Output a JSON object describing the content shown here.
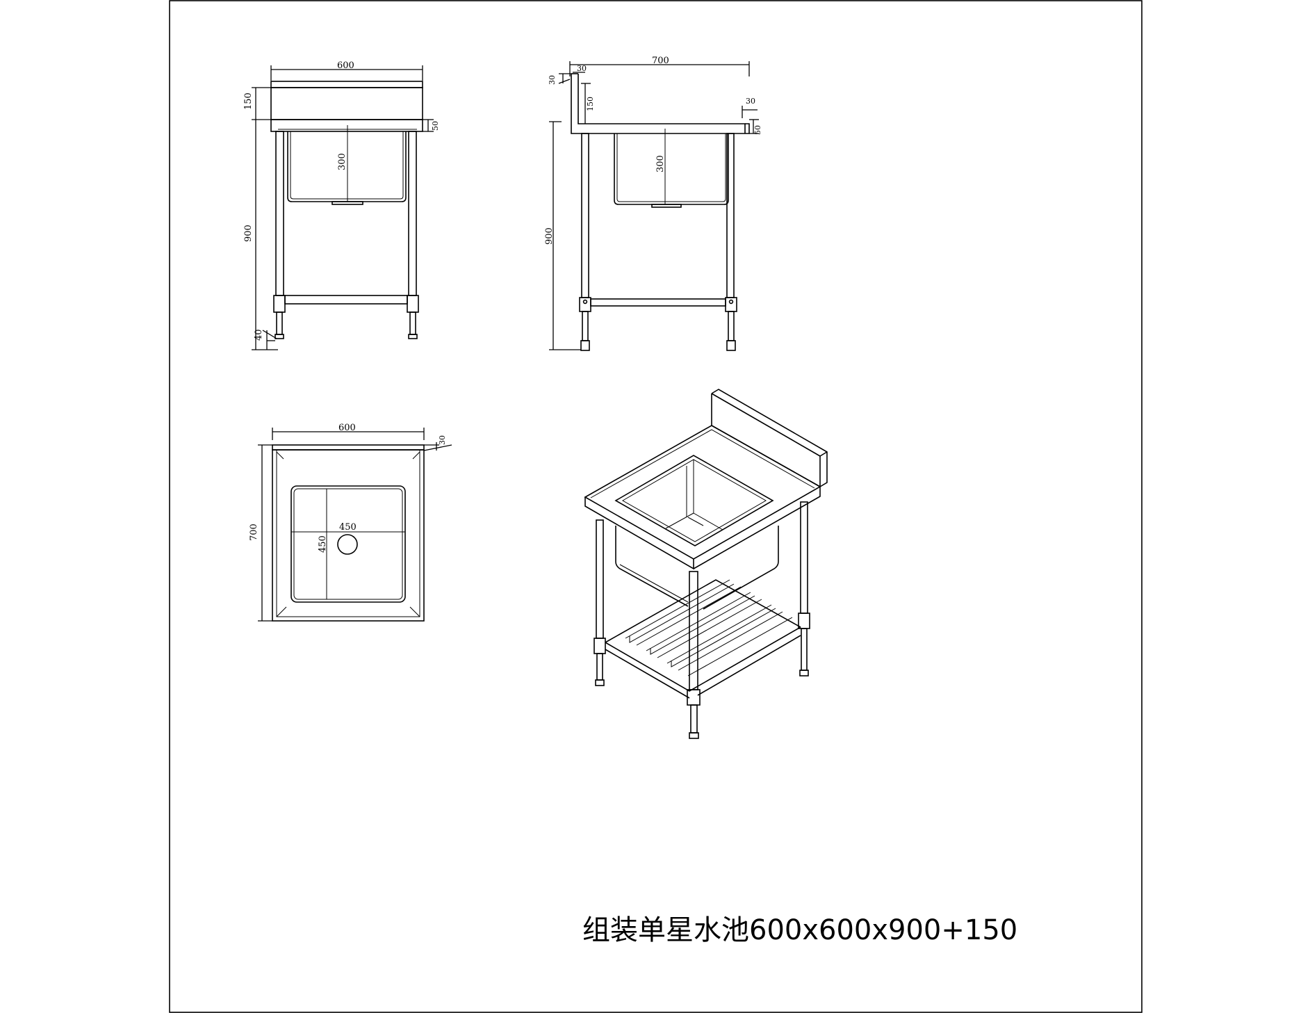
{
  "caption": "组装单星水池600x600x900+150",
  "front_view": {
    "width_label": "600",
    "backsplash_label": "150",
    "edge_label": "50",
    "depth_label": "300",
    "height_label": "900",
    "foot_label": "40"
  },
  "side_view": {
    "depth_label": "700",
    "lip_label_top": "30",
    "lip_label_side": "30",
    "backsplash_label": "150",
    "front_lip_label": "30",
    "edge_label": "50",
    "bowl_label": "300",
    "height_label": "900"
  },
  "top_view": {
    "width_label": "600",
    "lip_label": "30",
    "depth_label": "700",
    "bowl_width_label": "450",
    "bowl_depth_label": "450"
  },
  "colors": {
    "line": "#000000",
    "background": "#ffffff"
  }
}
